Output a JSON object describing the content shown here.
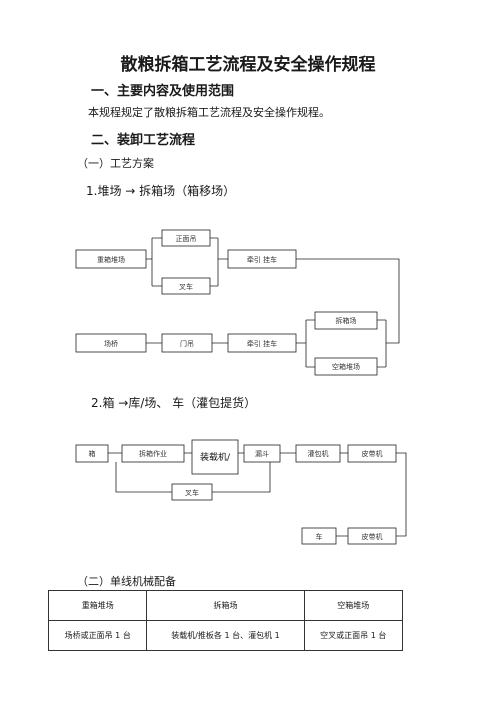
{
  "doc": {
    "title": "散粮拆箱工艺流程及安全操作规程",
    "s1_heading": "一、主要内容及使用范围",
    "s1_body": "本规程规定了散粮拆箱工艺流程及安全操作规程。",
    "s2_heading": "二、装卸工艺流程",
    "sub1": "（一）工艺方案",
    "flow1_title": "1.堆场 → 拆箱场（箱移场）",
    "flow2_title": "2.箱 →库/场、 车（灌包提货）",
    "sub2": "（二）单线机械配备"
  },
  "diagram1": {
    "box_heavy_stack": "重箱堆场",
    "box_front_crane": "正面吊",
    "box_forklift": "叉车",
    "box_tractor_trailer": "牵引  挂车",
    "box_yard_truck": "场桥",
    "box_tractor_trailer2": "牵引  挂车",
    "box_unpack_yard": "拆箱场",
    "box_gantry": "门吊",
    "box_empty": "空箱堆场"
  },
  "diagram2": {
    "box_container": "箱",
    "box_unpack": "拆箱作业",
    "box_loader": "装载机/",
    "box_hopper": "漏斗",
    "box_bagger": "灌包机",
    "box_conveyor": "皮带机",
    "box_forklift": "叉车",
    "box_truck": "车",
    "box_conveyor2": "皮带机"
  },
  "table": {
    "headers": [
      "重箱堆场",
      "拆箱场",
      "空箱堆场"
    ],
    "row": [
      "场桥或正面吊 1 台",
      "装载机/推板各 1 台、灌包机 1",
      "空叉或正面吊 1 台"
    ]
  }
}
